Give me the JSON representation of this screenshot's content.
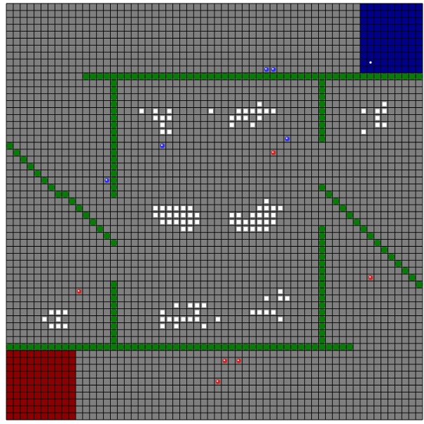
{
  "game": {
    "title": "",
    "grid": {
      "cols": 60,
      "rows": 60
    },
    "colors": {
      "cell": "#7f7f7f",
      "gridline": "#000000",
      "wall": "#0b7a0b",
      "blue_base": "#00008b",
      "red_base": "#8b0000",
      "resource": "#ffffff",
      "blue_unit": "#2d2dff",
      "red_unit": "#e02020"
    },
    "bases": [
      {
        "team": "blue",
        "col0": 51,
        "row0": 0,
        "col1": 59,
        "row1": 9
      },
      {
        "team": "red",
        "col0": 0,
        "row0": 50,
        "col1": 9,
        "row1": 59
      }
    ],
    "blue_base_marker": {
      "col": 52,
      "row": 8
    },
    "walls": [
      {
        "type": "h",
        "row": 10,
        "c0": 11,
        "c1": 59
      },
      {
        "type": "v",
        "col": 15,
        "r0": 10,
        "r1": 27
      },
      {
        "type": "v",
        "col": 45,
        "r0": 10,
        "r1": 19
      },
      {
        "type": "h",
        "row": 49,
        "c0": 0,
        "c1": 49
      },
      {
        "type": "v",
        "col": 15,
        "r0": 40,
        "r1": 49
      },
      {
        "type": "v",
        "col": 45,
        "r0": 32,
        "r1": 49
      },
      {
        "type": "d",
        "c0": 0,
        "r0": 20,
        "c1": 15,
        "r1": 34
      },
      {
        "type": "d",
        "c0": 45,
        "r0": 26,
        "c1": 59,
        "r1": 40
      }
    ],
    "resources": [
      [
        19,
        15
      ],
      [
        21,
        15
      ],
      [
        23,
        15
      ],
      [
        21,
        16
      ],
      [
        22,
        16
      ],
      [
        23,
        16
      ],
      [
        22,
        17
      ],
      [
        22,
        18
      ],
      [
        23,
        18
      ],
      [
        29,
        15
      ],
      [
        32,
        16
      ],
      [
        33,
        16
      ],
      [
        33,
        15
      ],
      [
        34,
        15
      ],
      [
        35,
        15
      ],
      [
        36,
        14
      ],
      [
        36,
        15
      ],
      [
        37,
        15
      ],
      [
        38,
        15
      ],
      [
        34,
        16
      ],
      [
        36,
        16
      ],
      [
        32,
        17
      ],
      [
        35,
        17
      ],
      [
        51,
        15
      ],
      [
        53,
        15
      ],
      [
        54,
        14
      ],
      [
        54,
        15
      ],
      [
        53,
        16
      ],
      [
        54,
        17
      ],
      [
        53,
        17
      ],
      [
        51,
        18
      ],
      [
        21,
        29
      ],
      [
        22,
        29
      ],
      [
        23,
        29
      ],
      [
        24,
        29
      ],
      [
        25,
        29
      ],
      [
        26,
        29
      ],
      [
        21,
        30
      ],
      [
        22,
        30
      ],
      [
        23,
        30
      ],
      [
        24,
        30
      ],
      [
        25,
        30
      ],
      [
        26,
        30
      ],
      [
        27,
        30
      ],
      [
        22,
        31
      ],
      [
        23,
        31
      ],
      [
        24,
        31
      ],
      [
        25,
        31
      ],
      [
        26,
        31
      ],
      [
        27,
        31
      ],
      [
        25,
        32
      ],
      [
        26,
        32
      ],
      [
        37,
        28
      ],
      [
        36,
        29
      ],
      [
        37,
        29
      ],
      [
        38,
        29
      ],
      [
        39,
        29
      ],
      [
        32,
        30
      ],
      [
        33,
        30
      ],
      [
        35,
        30
      ],
      [
        36,
        30
      ],
      [
        37,
        30
      ],
      [
        38,
        30
      ],
      [
        32,
        31
      ],
      [
        33,
        31
      ],
      [
        34,
        31
      ],
      [
        35,
        31
      ],
      [
        36,
        31
      ],
      [
        37,
        31
      ],
      [
        38,
        31
      ],
      [
        33,
        32
      ],
      [
        34,
        32
      ],
      [
        35,
        32
      ],
      [
        36,
        32
      ],
      [
        37,
        32
      ],
      [
        6,
        44
      ],
      [
        7,
        44
      ],
      [
        8,
        44
      ],
      [
        5,
        45
      ],
      [
        7,
        45
      ],
      [
        6,
        46
      ],
      [
        7,
        46
      ],
      [
        8,
        46
      ],
      [
        24,
        43
      ],
      [
        26,
        43
      ],
      [
        27,
        43
      ],
      [
        28,
        43
      ],
      [
        22,
        44
      ],
      [
        27,
        44
      ],
      [
        22,
        45
      ],
      [
        23,
        45
      ],
      [
        24,
        45
      ],
      [
        25,
        45
      ],
      [
        26,
        45
      ],
      [
        27,
        45
      ],
      [
        30,
        45
      ],
      [
        22,
        46
      ],
      [
        24,
        46
      ],
      [
        28,
        46
      ],
      [
        39,
        41
      ],
      [
        37,
        42
      ],
      [
        39,
        42
      ],
      [
        40,
        42
      ],
      [
        35,
        44
      ],
      [
        36,
        44
      ],
      [
        37,
        44
      ],
      [
        38,
        44
      ],
      [
        39,
        45
      ]
    ],
    "units": [
      {
        "team": "blue",
        "col": 37,
        "row": 9
      },
      {
        "team": "blue",
        "col": 38,
        "row": 9
      },
      {
        "team": "blue",
        "col": 40,
        "row": 19
      },
      {
        "team": "blue",
        "col": 22,
        "row": 20
      },
      {
        "team": "blue",
        "col": 14,
        "row": 25
      },
      {
        "team": "red",
        "col": 38,
        "row": 21
      },
      {
        "team": "red",
        "col": 52,
        "row": 39
      },
      {
        "team": "red",
        "col": 10,
        "row": 41
      },
      {
        "team": "red",
        "col": 31,
        "row": 51
      },
      {
        "team": "red",
        "col": 33,
        "row": 51
      },
      {
        "team": "red",
        "col": 30,
        "row": 54
      }
    ]
  }
}
